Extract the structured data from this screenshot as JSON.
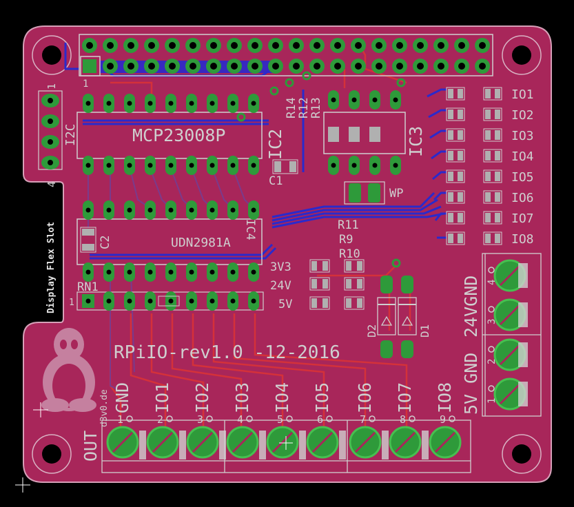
{
  "colors": {
    "background": "#000000",
    "board": "#a8265a",
    "board_edge": "#c98aa7",
    "silk": "#cfcfcf",
    "pad_green": "#2e9a3a",
    "pad_ring": "#3fb64a",
    "trace_blue": "#2222c8",
    "trace_red": "#d4313a",
    "smd_pad": "#b0b0b0"
  },
  "labels": {
    "ic2_part": "MCP23008P",
    "ic2_ref": "IC2",
    "ic3_ref": "IC3",
    "ic4_part": "UDN2981A",
    "ic4_ref": "IC4",
    "i2c": "I2C",
    "i2c_pin1": "1",
    "i2c_pin4": "4",
    "display_slot": "Display Flex Slot",
    "c1": "C1",
    "c2": "C2",
    "wp": "WP",
    "rn1": "RN1",
    "rn1_pin1": "1",
    "r14": "R14",
    "r12": "R12",
    "r13": "R13",
    "r11": "R11",
    "r9": "R9",
    "r10": "R10",
    "v33": "3V3",
    "v24": "24V",
    "v5": "5V",
    "d1": "D1",
    "d2": "D2",
    "header_pin1": "1",
    "revision": "RPiIO-rev1.0 -12-2016",
    "website": "d3v0.de",
    "out": "OUT",
    "gnd": "GND",
    "in_gnd_24v": "24VGND",
    "in_5v_gnd": "5V GND"
  },
  "io_labels": [
    "IO1",
    "IO2",
    "IO3",
    "IO4",
    "IO5",
    "IO6",
    "IO7",
    "IO8"
  ],
  "bottom_terminal_labels": [
    "GND",
    "IO1",
    "IO2",
    "IO3",
    "IO4",
    "IO5",
    "IO6",
    "IO7",
    "IO8"
  ],
  "bottom_pin_numbers": [
    "1",
    "2",
    "3",
    "4",
    "5",
    "6",
    "7",
    "8",
    "9"
  ],
  "right_pin_numbers": [
    "4",
    "3",
    "2",
    "1"
  ]
}
